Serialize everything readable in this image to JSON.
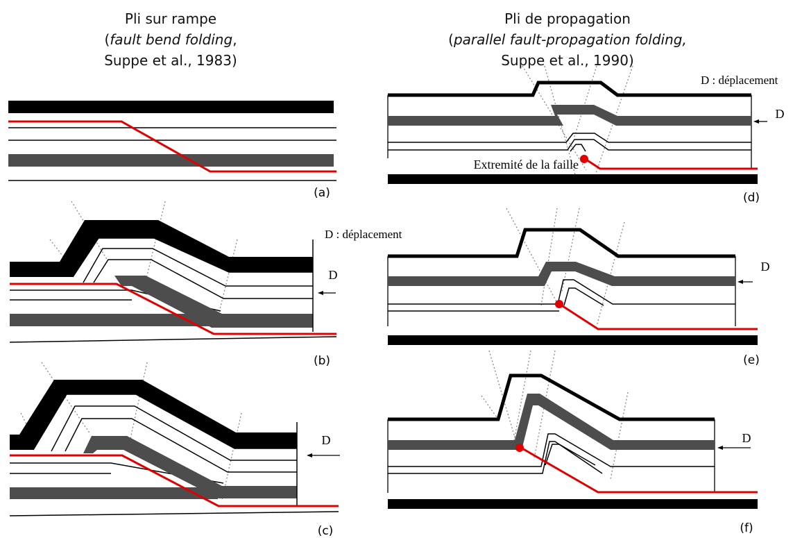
{
  "left_heading": {
    "line1": "Pli sur rampe",
    "line2_open": "(",
    "line2_italic": "fault bend folding",
    "line2_close": ",",
    "line3": "Suppe et al., 1983)"
  },
  "right_heading": {
    "line1": "Pli de propagation",
    "line2_open": "(",
    "line2_italic": "parallel fault-propagation folding,",
    "line3": "Suppe et al., 1990)"
  },
  "labels": {
    "displacement_d": "D : déplacement",
    "displacement_b": "D : déplacement",
    "d_arrow": "D",
    "fault_tip": "Extremité de la faille"
  },
  "panels": {
    "a": "(a)",
    "b": "(b)",
    "c": "(c)",
    "d": "(d)",
    "e": "(e)",
    "f": "(f)"
  },
  "colors": {
    "fault": "#e00000",
    "competent_bed": "#4d4d4d",
    "top_bed": "#000000",
    "axial_plane": "#888888"
  }
}
